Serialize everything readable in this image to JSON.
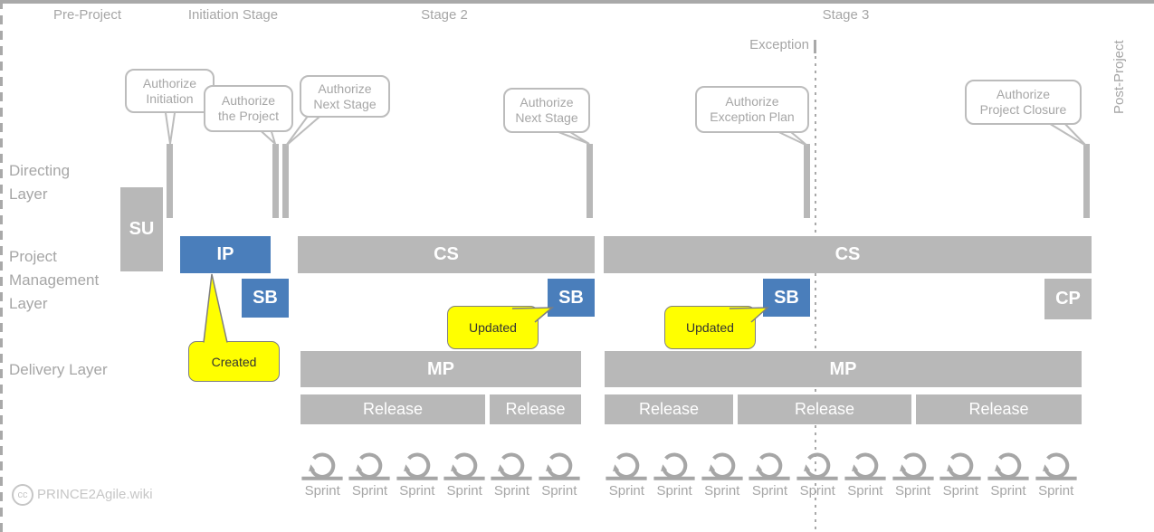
{
  "header": {
    "stage_labels": {
      "pre_project": "Pre-Project",
      "initiation_stage": "Initiation Stage",
      "stage_2": "Stage 2",
      "stage_3": "Stage 3",
      "post_project": "Post-Project"
    },
    "exception_label": "Exception"
  },
  "layers": {
    "directing": "Directing Layer",
    "project_management": "Project Management Layer",
    "delivery": "Delivery Layer"
  },
  "authorizations": {
    "initiation": {
      "line1": "Authorize",
      "line2": "Initiation"
    },
    "the_project": {
      "line1": "Authorize",
      "line2": "the Project"
    },
    "next_stage_1": {
      "line1": "Authorize",
      "line2": "Next Stage"
    },
    "next_stage_2": {
      "line1": "Authorize",
      "line2": "Next Stage"
    },
    "exception_plan": {
      "line1": "Authorize",
      "line2": "Exception Plan"
    },
    "project_closure": {
      "line1": "Authorize",
      "line2": "Project Closure"
    }
  },
  "processes": {
    "su": "SU",
    "ip": "IP",
    "sb": "SB",
    "cs": "CS",
    "cp": "CP",
    "mp": "MP",
    "release": "Release",
    "sprint": "Sprint"
  },
  "annotations": {
    "created": "Created",
    "updated_stage2": "Updated",
    "updated_stage3": "Updated"
  },
  "delivery_structure": {
    "stage2_releases": 2,
    "stage3_releases": 3,
    "stage2_sprints": 6,
    "stage3_sprints": 10
  },
  "footer": {
    "cc_icon": "cc",
    "site": "PRINCE2Agile.wiki"
  },
  "colors": {
    "bar_gray": "#b8b8b8",
    "line_gray": "#a9a9a9",
    "text_gray": "#a6a6a6",
    "process_blue": "#4a7ebb",
    "annotation_yellow": "#ffff00"
  }
}
